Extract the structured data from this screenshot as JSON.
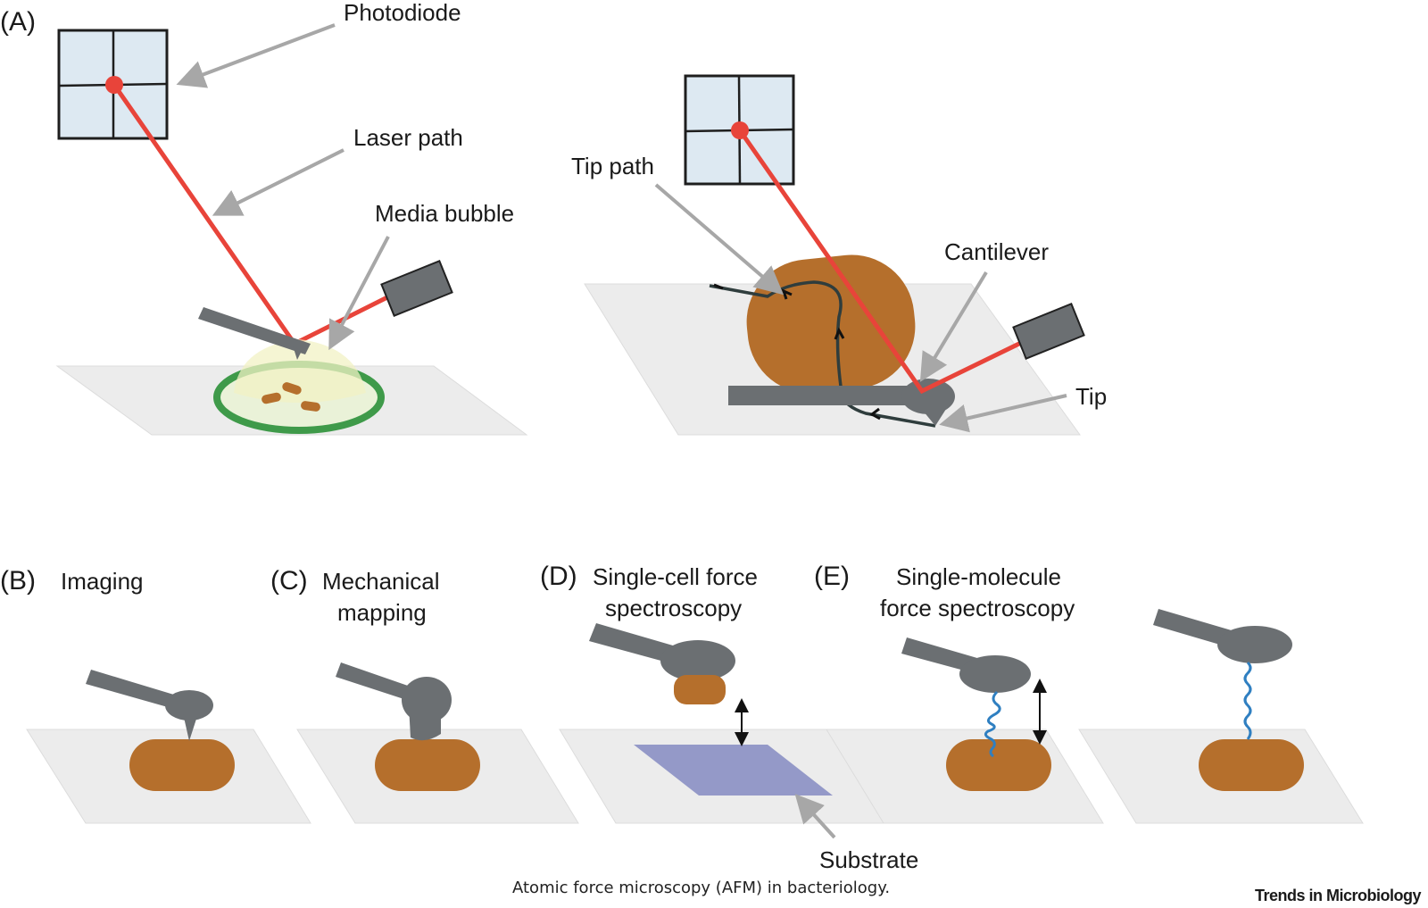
{
  "panels": {
    "a": "(A)",
    "b": "(B)",
    "c": "(C)",
    "d": "(D)",
    "e": "(E)"
  },
  "labels": {
    "photodiode": "Photodiode",
    "laser_path": "Laser path",
    "media_bubble": "Media bubble",
    "tip_path": "Tip path",
    "cantilever": "Cantilever",
    "tip": "Tip",
    "imaging": "Imaging",
    "mechanical_line1": "Mechanical",
    "mechanical_line2": "mapping",
    "single_cell_line1": "Single-cell force",
    "single_cell_line2": "spectroscopy",
    "single_molecule_line1": "Single-molecule",
    "single_molecule_line2": "force spectroscopy",
    "substrate": "Substrate"
  },
  "caption": "Atomic force microscopy (AFM) in bacteriology.",
  "brand": "Trends in Microbiology",
  "colors": {
    "laser": "#e8443a",
    "cell": "#b56f2c",
    "metal": "#6b6f72",
    "photodiode": "#dde9f2",
    "media_bubble": "#f2f1c4",
    "dish_rim": "#3f9a4a",
    "substrate": "#9499c8",
    "molecule": "#2f7fc1"
  }
}
